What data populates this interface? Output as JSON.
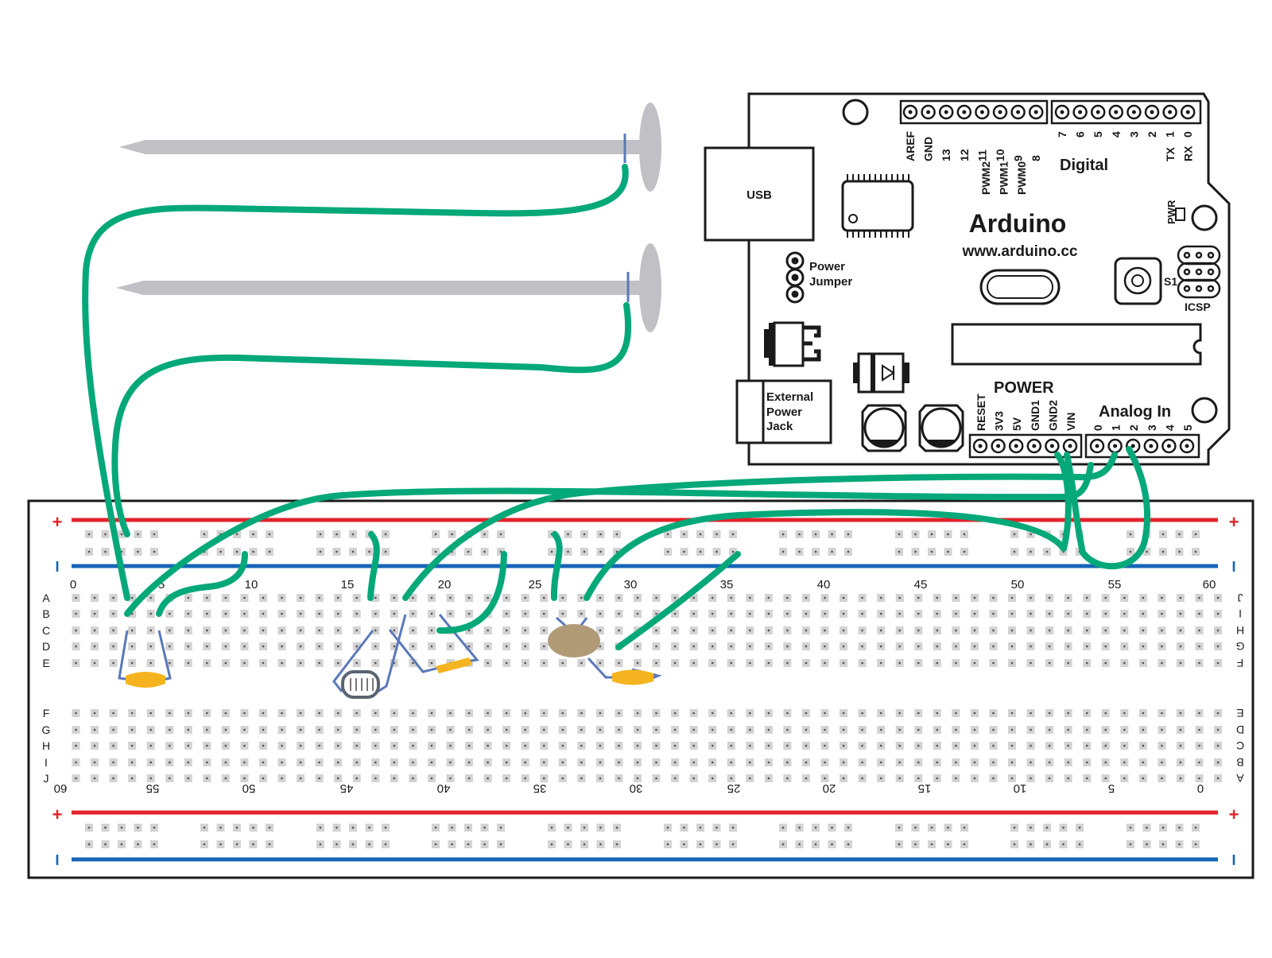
{
  "colors": {
    "wire": "#05a879",
    "rail_positive": "#e3222b",
    "rail_negative": "#1566b7",
    "hole": "#d3d3d3",
    "lead": "#5b78b9",
    "resistor": "#f5b41f",
    "nail": "#c1c1c5",
    "sensor": "#b19a76",
    "outline": "#1a1a1a"
  },
  "arduino": {
    "brand": "Arduino",
    "url": "www.arduino.cc",
    "usb_label": "USB",
    "power_jumper": [
      "Power",
      "Jumper"
    ],
    "ext_power": [
      "External",
      "Power",
      "Jack"
    ],
    "digital_title": "Digital",
    "digital_left_pins": [
      "AREF",
      "GND",
      "13",
      "12",
      "11",
      "10",
      "9",
      "8"
    ],
    "digital_right_pins": [
      "7",
      "6",
      "5",
      "4",
      "3",
      "2",
      "1",
      "0"
    ],
    "pwm_labels": [
      "PWM2",
      "PWM1",
      "PWM0"
    ],
    "txrx_labels": [
      "TX",
      "RX"
    ],
    "pwr_label": "PWR",
    "s1_label": "S1",
    "icsp_label": "ICSP",
    "power_title": "POWER",
    "power_pins": [
      "RESET",
      "3V3",
      "5V",
      "GND1",
      "GND2",
      "VIN"
    ],
    "analog_title": "Analog In",
    "analog_pins": [
      "0",
      "1",
      "2",
      "3",
      "4",
      "5"
    ]
  },
  "breadboard": {
    "plus": "+",
    "minus": "I",
    "top_numbers": [
      "0",
      "5",
      "10",
      "15",
      "20",
      "25",
      "30",
      "35",
      "40",
      "45",
      "50",
      "55",
      "60"
    ],
    "bottom_numbers": [
      "60",
      "55",
      "50",
      "45",
      "40",
      "35",
      "30",
      "25",
      "20",
      "15",
      "10",
      "5",
      "0"
    ],
    "top_left_rows": [
      "A",
      "B",
      "C",
      "D",
      "E"
    ],
    "top_right_rows": [
      "J",
      "I",
      "H",
      "G",
      "F"
    ],
    "bottom_left_rows": [
      "F",
      "G",
      "H",
      "I",
      "J"
    ],
    "bottom_right_rows": [
      "E",
      "D",
      "C",
      "B",
      "A"
    ]
  }
}
